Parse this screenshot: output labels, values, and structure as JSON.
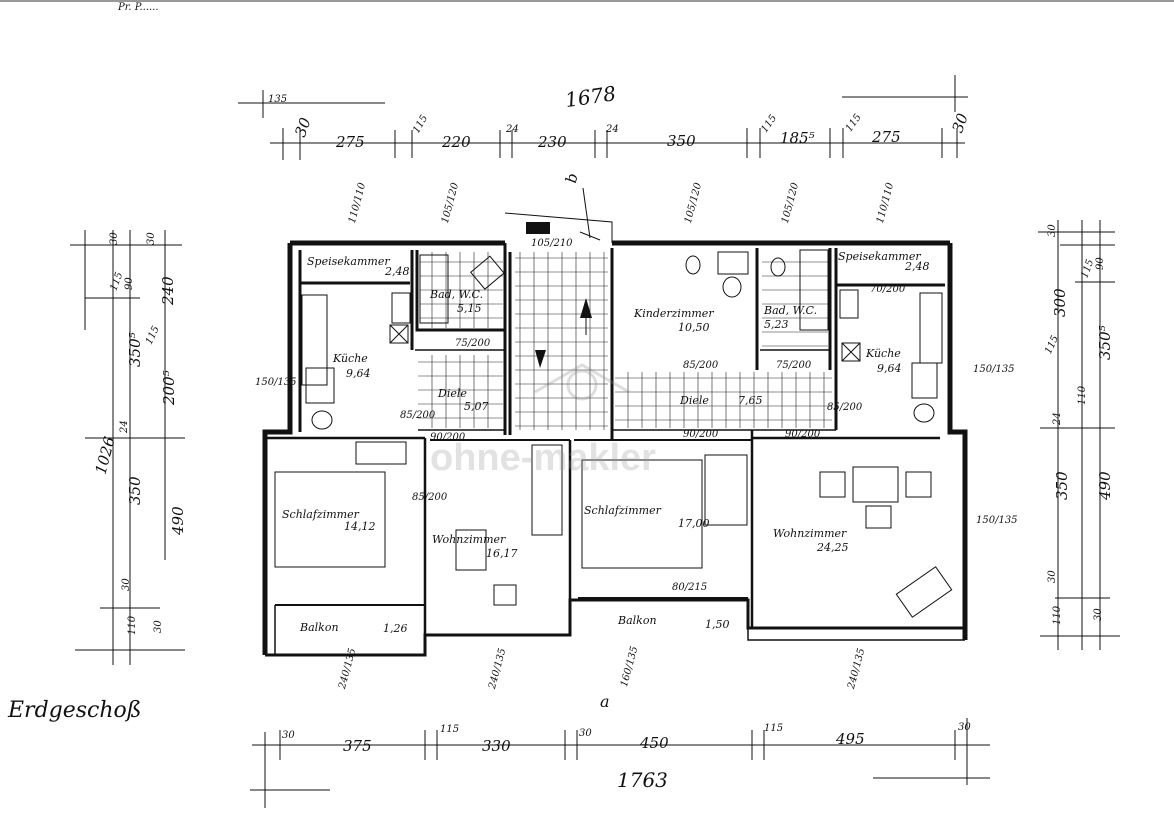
{
  "header": {
    "top_left_scrap": "Pr. P......"
  },
  "dimensions": {
    "top_total": "1678",
    "top_segments": [
      "30",
      "275",
      "115",
      "220",
      "24",
      "230",
      "24",
      "350",
      "115",
      "185⁵",
      "115",
      "275",
      "30"
    ],
    "top_extra": [
      "135"
    ],
    "bottom_total": "1763",
    "bottom_segments": [
      "30",
      "375",
      "115",
      "330",
      "30",
      "450",
      "115",
      "495",
      "30"
    ],
    "left_total": "1026",
    "left_segments": [
      "30",
      "30",
      "115",
      "90",
      "240",
      "115",
      "350⁵",
      "200⁵",
      "24",
      "350",
      "490",
      "30",
      "110",
      "30"
    ],
    "right_segments": [
      "30",
      "115",
      "90",
      "300",
      "115",
      "350⁵",
      "24",
      "110",
      "350",
      "490",
      "30",
      "110",
      "30"
    ]
  },
  "openings": {
    "window_top_1": "110/110",
    "window_top_2": "105/120",
    "window_top_3": "105/120",
    "window_top_4": "105/120",
    "window_top_5": "110/110",
    "entry": "105/210",
    "left_window": "150/135",
    "right_window": "150/135",
    "right_window_2": "150/135",
    "bottom_1": "240/135",
    "bottom_2": "240/135",
    "bottom_3": "160/135",
    "bottom_4": "240/135",
    "door_75_1": "75/200",
    "door_75_2": "75/200",
    "door_85_1": "85/200",
    "door_85_2": "85/200",
    "door_85_3": "85/200",
    "door_85_4": "85/200",
    "door_90_1": "90/200",
    "door_90_2": "90/200",
    "door_90_3": "90/200",
    "door_70": "70/200",
    "door_80": "80/215"
  },
  "rooms": {
    "speisekammer_l": {
      "name": "Speisekammer",
      "area": "2,48"
    },
    "bad_l": {
      "name": "Bad, W.C.",
      "area": "5,15"
    },
    "kueche_l": {
      "name": "Küche",
      "area": "9,64"
    },
    "diele_l": {
      "name": "Diele",
      "area": "5,07"
    },
    "schlaf_l": {
      "name": "Schlafzimmer",
      "area": "14,12"
    },
    "wohn_l": {
      "name": "Wohnzimmer",
      "area": "16,17"
    },
    "balkon_l": {
      "name": "Balkon",
      "area": "1,26"
    },
    "kinder": {
      "name": "Kinderzimmer",
      "area": "10,50"
    },
    "bad_r": {
      "name": "Bad, W.C.",
      "area": "5,23"
    },
    "speisekammer_r": {
      "name": "Speisekammer",
      "area": "2,48"
    },
    "kueche_r": {
      "name": "Küche",
      "area": "9,64"
    },
    "diele_r": {
      "name": "Diele",
      "area": "7,65"
    },
    "schlaf_r": {
      "name": "Schlafzimmer",
      "area": "17,00"
    },
    "wohn_r": {
      "name": "Wohnzimmer",
      "area": "24,25"
    },
    "balkon_r": {
      "name": "Balkon",
      "area": "1,50"
    }
  },
  "section_marks": {
    "top": "b",
    "bottom": "a"
  },
  "floor_label": "Erdgeschoß",
  "watermark": "ohne-makler"
}
